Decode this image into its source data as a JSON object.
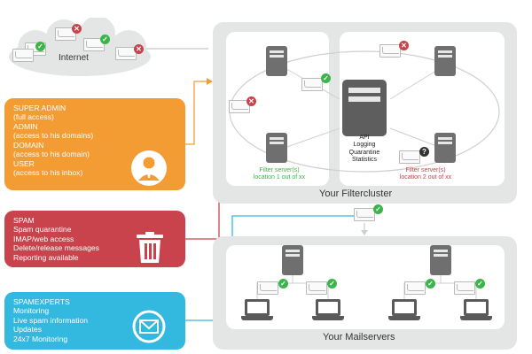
{
  "internet": {
    "label": "Internet"
  },
  "panels": {
    "admin": {
      "lines": [
        "SUPER ADMIN",
        "(full access)",
        "ADMIN",
        "(access to his domains)",
        "DOMAIN",
        "(access to his domain)",
        "USER",
        "(access to his inbox)"
      ],
      "icon": "admin-user-icon",
      "color": "#f49c34"
    },
    "spam": {
      "lines": [
        "SPAM",
        "Spam quarantine",
        "IMAP/web access",
        "Delete/release messages",
        "Reporting available"
      ],
      "icon": "trash-icon",
      "color": "#c8434b"
    },
    "spamexperts": {
      "lines": [
        "SPAMEXPERTS",
        "Monitoring",
        "Live spam information",
        "Updates",
        "24x7 Monitoring"
      ],
      "icon": "envelope-circle-icon",
      "color": "#33b8e0"
    }
  },
  "filtercluster": {
    "title": "Your Filtercluster",
    "center_lines": [
      "API",
      "Logging",
      "Quarantine",
      "Statistics"
    ],
    "location1": [
      "Filter server(s)",
      "location 1 out of xx"
    ],
    "location2": [
      "Filter server(s)",
      "location 2 out of xx"
    ],
    "location1_color": "#3bb54a",
    "location2_color": "#c8434b"
  },
  "mailservers": {
    "title": "Your Mailservers"
  },
  "badges": {
    "ok": "✓",
    "no": "✕",
    "q": "?"
  }
}
